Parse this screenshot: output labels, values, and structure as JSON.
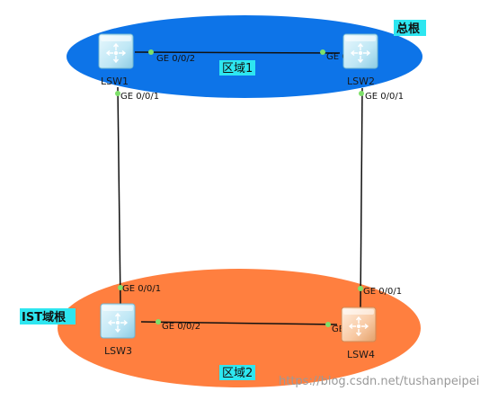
{
  "regions": {
    "region1": {
      "label": "区域1",
      "color": "#0d74e8"
    },
    "region2": {
      "label": "区域2",
      "color": "#ff7f3f"
    }
  },
  "tags": {
    "cist_root": {
      "text": "总根",
      "color": "#2ee6f0"
    },
    "ist_root": {
      "text": "IST域根",
      "color": "#2ee6f0"
    }
  },
  "devices": {
    "lsw1": {
      "name": "LSW1",
      "icon": "switch-icon",
      "color": "#bfe7f5"
    },
    "lsw2": {
      "name": "LSW2",
      "icon": "switch-icon",
      "color": "#bfe7f5"
    },
    "lsw3": {
      "name": "LSW3",
      "icon": "switch-icon",
      "color": "#bfe7f5"
    },
    "lsw4": {
      "name": "LSW4",
      "icon": "switch-icon",
      "color": "#f8c9a3"
    }
  },
  "links": {
    "lsw1_lsw2": {
      "a_port": "GE 0/0/2",
      "b_port": "GE 0/0/2"
    },
    "lsw1_lsw3": {
      "a_port": "GE 0/0/1",
      "b_port": "GE 0/0/1"
    },
    "lsw2_lsw4": {
      "a_port": "GE 0/0/1",
      "b_port": "GE 0/0/1"
    },
    "lsw3_lsw4": {
      "a_port": "GE 0/0/2",
      "b_port": "GE 0/0/2"
    }
  },
  "watermark": "https://blog.csdn.net/tushanpeipei"
}
